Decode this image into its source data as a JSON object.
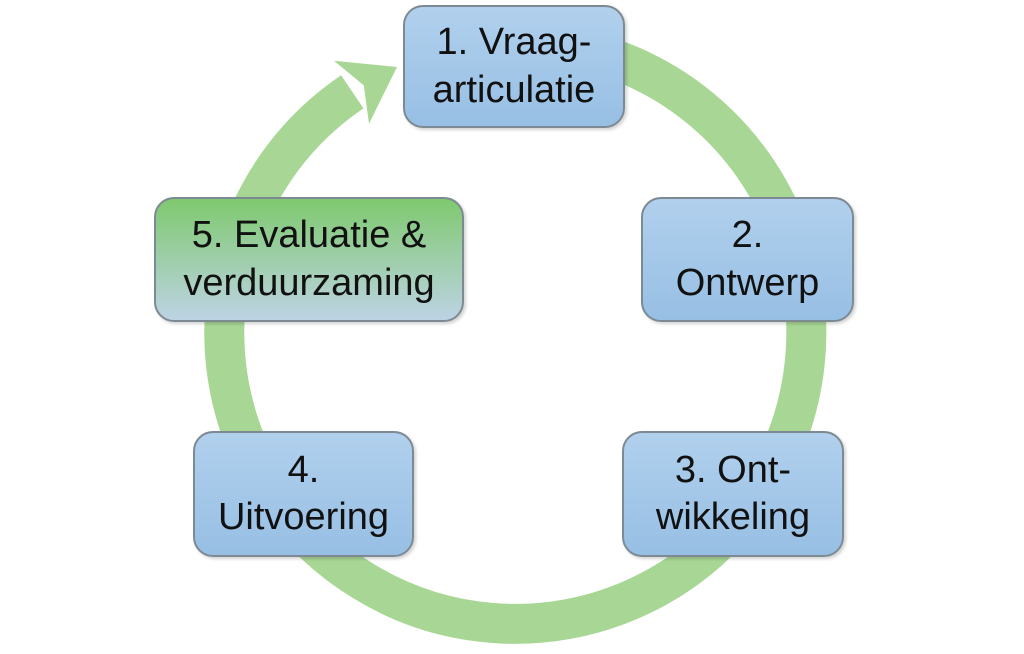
{
  "diagram": {
    "type": "cycle",
    "direction": "clockwise",
    "steps": [
      {
        "name": "vraagarticulatie",
        "lines": [
          "1. Vraag-",
          "articulatie"
        ]
      },
      {
        "name": "ontwerp",
        "lines": [
          "2.",
          "Ontwerp"
        ]
      },
      {
        "name": "ontwikkeling",
        "lines": [
          "3. Ont-",
          "wikkeling"
        ]
      },
      {
        "name": "uitvoering",
        "lines": [
          "4.",
          "Uitvoering"
        ]
      },
      {
        "name": "evaluatie-verduurzaming",
        "lines": [
          "5. Evaluatie &",
          "verduurzaming"
        ]
      }
    ]
  },
  "colors": {
    "arrow_green": "#A8D795",
    "box_blue_top": "#B1D0ED",
    "box_blue_bottom": "#97BFE4",
    "box5_green_top": "#7FC96F",
    "box5_blue_bottom": "#BDD3E4",
    "box_border": "#7D8A94",
    "text": "#111111",
    "background": "#FFFFFF"
  }
}
